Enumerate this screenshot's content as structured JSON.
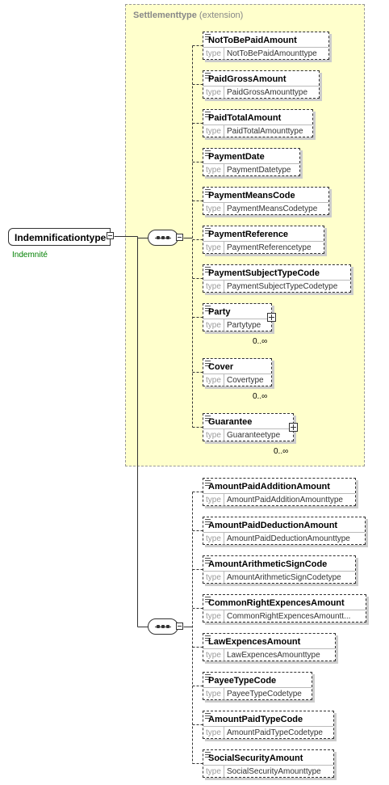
{
  "diagram": {
    "root": {
      "name": "Indemnificationtype",
      "doc": "Indemnité"
    },
    "extension": {
      "base": "Settlementtype",
      "label": "(extension)"
    },
    "type_keyword": "type",
    "extension_elements": [
      {
        "name": "NotToBePaidAmount",
        "type": "NotToBePaidAmounttype",
        "occurs": ""
      },
      {
        "name": "PaidGrossAmount",
        "type": "PaidGrossAmounttype",
        "occurs": ""
      },
      {
        "name": "PaidTotalAmount",
        "type": "PaidTotalAmounttype",
        "occurs": ""
      },
      {
        "name": "PaymentDate",
        "type": "PaymentDatetype",
        "occurs": ""
      },
      {
        "name": "PaymentMeansCode",
        "type": "PaymentMeansCodetype",
        "occurs": ""
      },
      {
        "name": "PaymentReference",
        "type": "PaymentReferencetype",
        "occurs": ""
      },
      {
        "name": "PaymentSubjectTypeCode",
        "type": "PaymentSubjectTypeCodetype",
        "occurs": ""
      },
      {
        "name": "Party",
        "type": "Partytype",
        "occurs": "0..∞"
      },
      {
        "name": "Cover",
        "type": "Covertype",
        "occurs": "0..∞"
      },
      {
        "name": "Guarantee",
        "type": "Guaranteetype",
        "occurs": "0..∞"
      }
    ],
    "own_elements": [
      {
        "name": "AmountPaidAdditionAmount",
        "type": "AmountPaidAdditionAmounttype"
      },
      {
        "name": "AmountPaidDeductionAmount",
        "type": "AmountPaidDeductionAmounttype"
      },
      {
        "name": "AmountArithmeticSignCode",
        "type": "AmountArithmeticSignCodetype"
      },
      {
        "name": "CommonRightExpencesAmount",
        "type": "CommonRightExpencesAmountt..."
      },
      {
        "name": "LawExpencesAmount",
        "type": "LawExpencesAmounttype"
      },
      {
        "name": "PayeeTypeCode",
        "type": "PayeeTypeCodetype"
      },
      {
        "name": "AmountPaidTypeCode",
        "type": "AmountPaidTypeCodetype"
      },
      {
        "name": "SocialSecurityAmount",
        "type": "SocialSecurityAmounttype"
      }
    ]
  }
}
